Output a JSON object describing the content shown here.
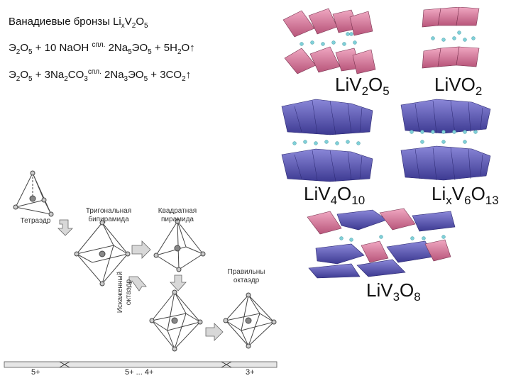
{
  "slide": {
    "title_main": "Ванадиевые бронзы Li",
    "title_sub1": "x",
    "title_mid": "V",
    "title_sub2": "2",
    "title_o": "O",
    "title_sub3": "5"
  },
  "equations": {
    "eq1": {
      "p1": "Э",
      "s1": "2",
      "p2": "O",
      "s2": "5",
      "p3": " + 10 NaOH ",
      "sup": "спл.",
      "p4": " 2Na",
      "s3": "5",
      "p5": "ЭO",
      "s4": "5",
      "p6": " + 5H",
      "s5": "2",
      "p7": "O↑"
    },
    "eq2": {
      "p1": "Э",
      "s1": "2",
      "p2": "O",
      "s2": "5",
      "p3": " + 3Na",
      "s3": "2",
      "p4": "CO",
      "s4": "3",
      "sup": "спл.",
      "p5": " 2Na",
      "s5": "3",
      "p6": "ЭO",
      "s6": "5",
      "p7": " + 3CO",
      "s7": "2",
      "p8": "↑"
    }
  },
  "structures": {
    "liv2o5": {
      "a": "LiV",
      "b": "2",
      "c": "O",
      "d": "5"
    },
    "livo2": {
      "a": "LiVO",
      "b": "2"
    },
    "liv4o10": {
      "a": "LiV",
      "b": "4",
      "c": "O",
      "d": "10"
    },
    "lixv6o13": {
      "a": "Li",
      "b": "x",
      "c": "V",
      "d": "6",
      "e": "O",
      "f": "13"
    },
    "liv3o8": {
      "a": "LiV",
      "b": "3",
      "c": "O",
      "d": "8"
    }
  },
  "polyhedra": {
    "tetra": "Тетраэдр",
    "trig1": "Тригональная",
    "trig2": "бипирамида",
    "sq1": "Квадратная",
    "sq2": "пирамида",
    "oct1": "Правильны",
    "oct2": "октаэдр",
    "dist1": "Искаженный",
    "dist2": "октаэдр"
  },
  "scale": {
    "l1": "5+",
    "l2": "5+ ... 4+",
    "l3": "3+"
  },
  "colors": {
    "pink": "#d9779a",
    "blue": "#5b57b3",
    "ion": "#7fd0d8"
  }
}
